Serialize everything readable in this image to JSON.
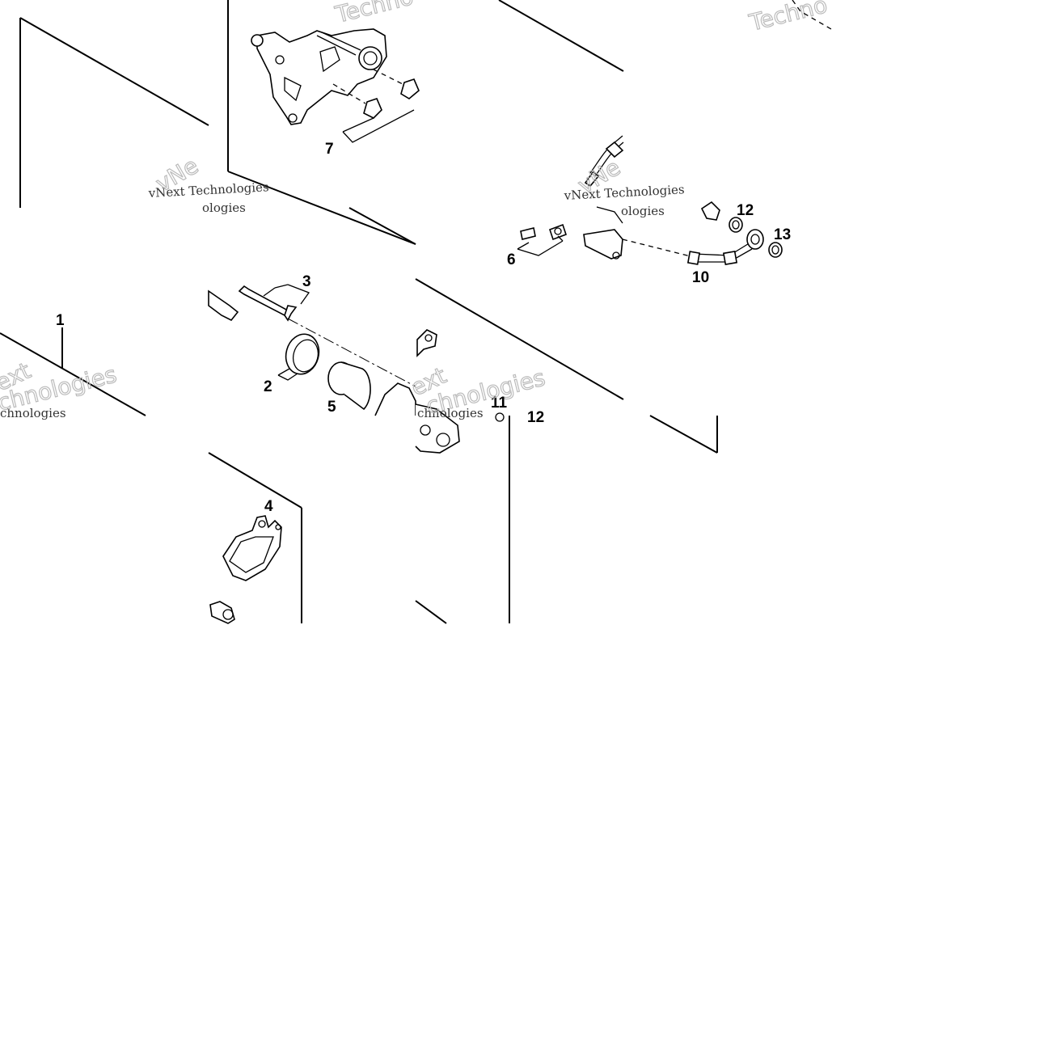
{
  "diagram": {
    "callouts": [
      {
        "id": "c1",
        "label": "1"
      },
      {
        "id": "c2",
        "label": "2"
      },
      {
        "id": "c3",
        "label": "3"
      },
      {
        "id": "c4",
        "label": "4"
      },
      {
        "id": "c5",
        "label": "5"
      },
      {
        "id": "c6",
        "label": "6"
      },
      {
        "id": "c7",
        "label": "7"
      },
      {
        "id": "c10",
        "label": "10"
      },
      {
        "id": "c11",
        "label": "11"
      },
      {
        "id": "c12a",
        "label": "12"
      },
      {
        "id": "c12b",
        "label": "12"
      },
      {
        "id": "c13",
        "label": "13"
      }
    ],
    "watermarks": {
      "small": "vNext Technologies",
      "fragment_techno": "Techno",
      "fragment_ext": "ext",
      "fragment_chnologies": "chnologies",
      "fragment_ologies": "ologies",
      "fragment_vne": "vNe"
    }
  }
}
